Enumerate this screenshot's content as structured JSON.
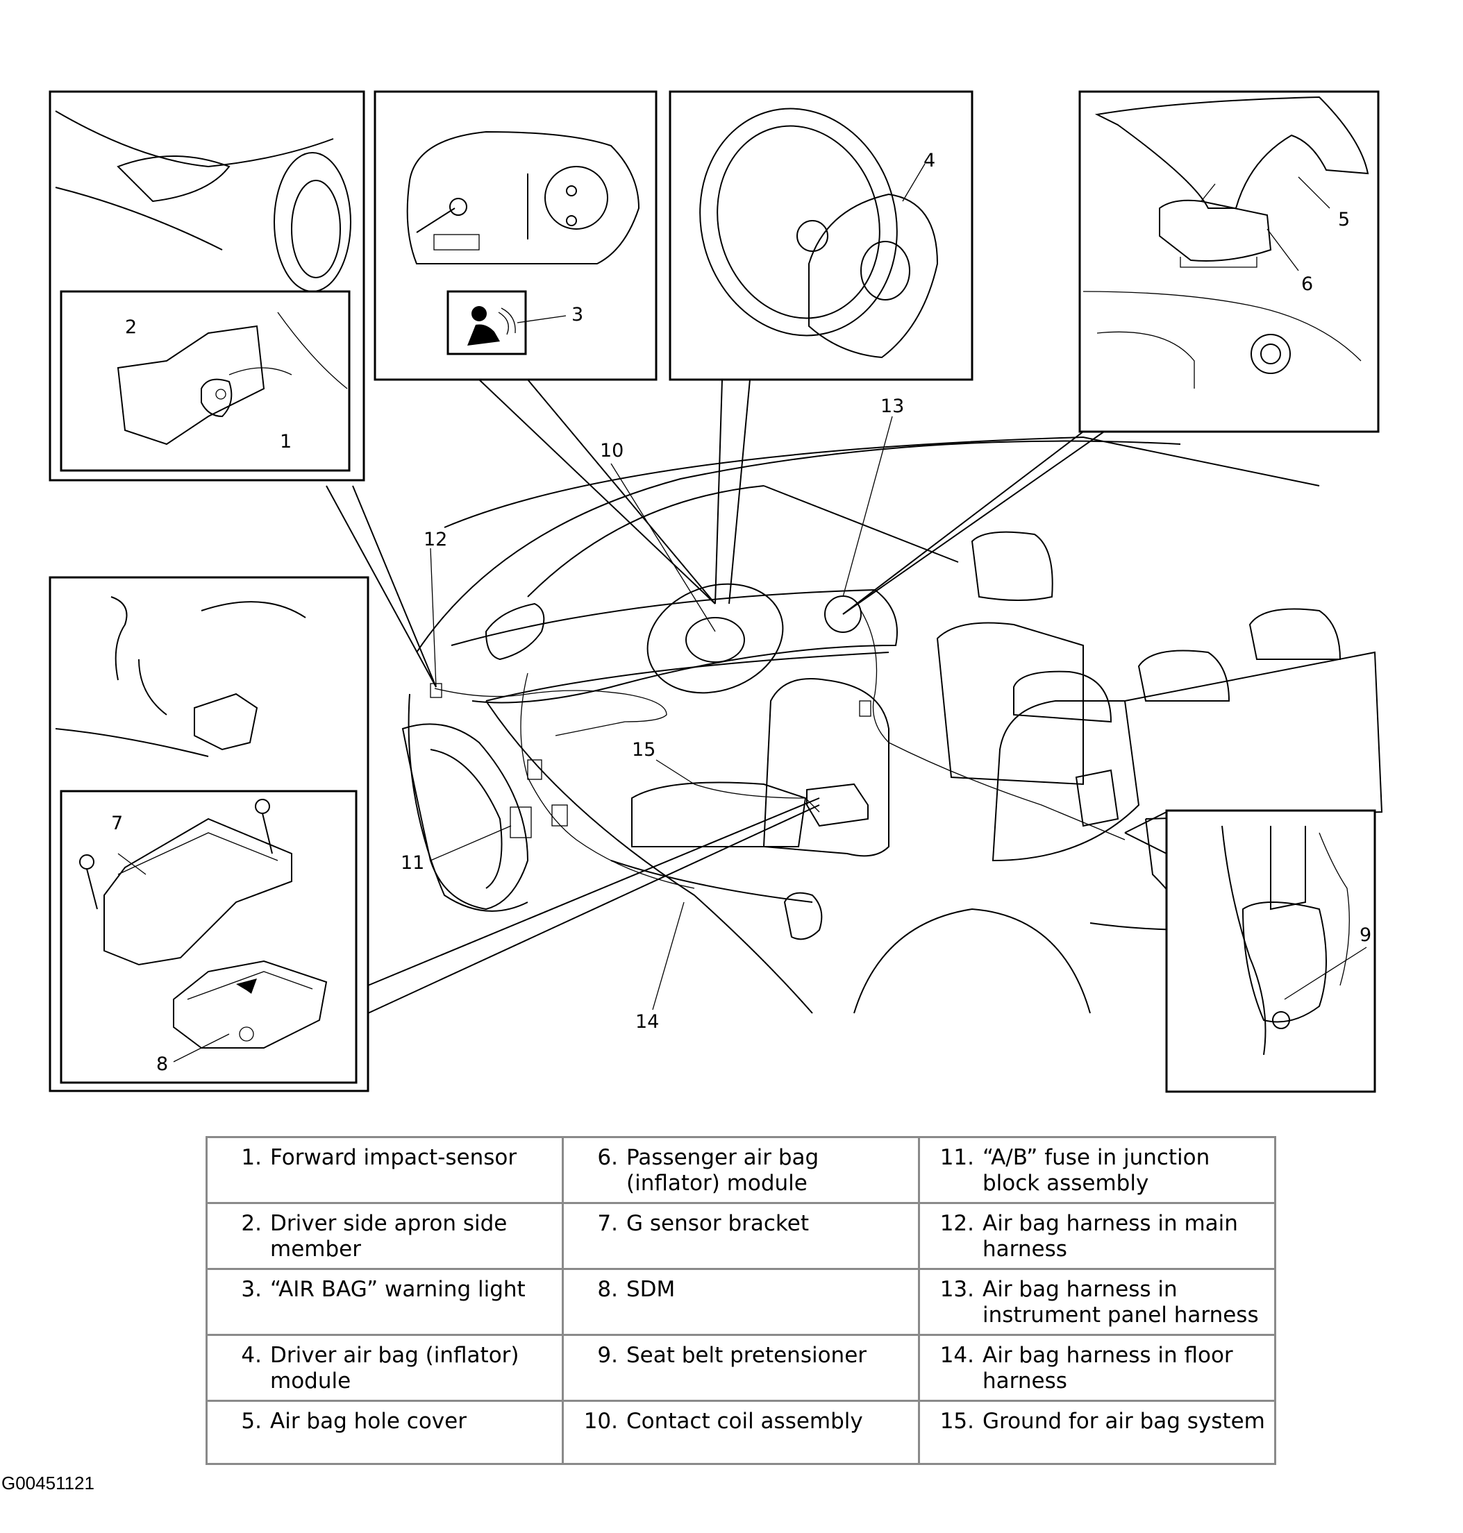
{
  "callouts": [
    "1",
    "2",
    "3",
    "4",
    "5",
    "6",
    "7",
    "8",
    "9",
    "10",
    "11",
    "12",
    "13",
    "14",
    "15"
  ],
  "legend": {
    "rows": [
      [
        {
          "num": "1.",
          "text": "Forward impact-sensor"
        },
        {
          "num": "6.",
          "text": "Passenger air bag (inflator) module"
        },
        {
          "num": "11.",
          "text": "“A/B” fuse in junction block assembly"
        }
      ],
      [
        {
          "num": "2.",
          "text": "Driver side apron side member"
        },
        {
          "num": "7.",
          "text": "G sensor bracket"
        },
        {
          "num": "12.",
          "text": "Air bag harness in main harness"
        }
      ],
      [
        {
          "num": "3.",
          "text": "“AIR BAG” warning light"
        },
        {
          "num": "8.",
          "text": "SDM"
        },
        {
          "num": "13.",
          "text": "Air bag harness in instrument panel harness"
        }
      ],
      [
        {
          "num": "4.",
          "text": "Driver air bag (inflator) module"
        },
        {
          "num": "9.",
          "text": "Seat belt pretensioner"
        },
        {
          "num": "14.",
          "text": "Air bag harness in floor harness"
        }
      ],
      [
        {
          "num": "5.",
          "text": "Air bag hole cover"
        },
        {
          "num": "10.",
          "text": "Contact coil assembly"
        },
        {
          "num": "15.",
          "text": "Ground for air bag system"
        }
      ]
    ]
  },
  "figure_id": "G00451121",
  "icons": {
    "warning_light": "airbag-warning-icon"
  }
}
